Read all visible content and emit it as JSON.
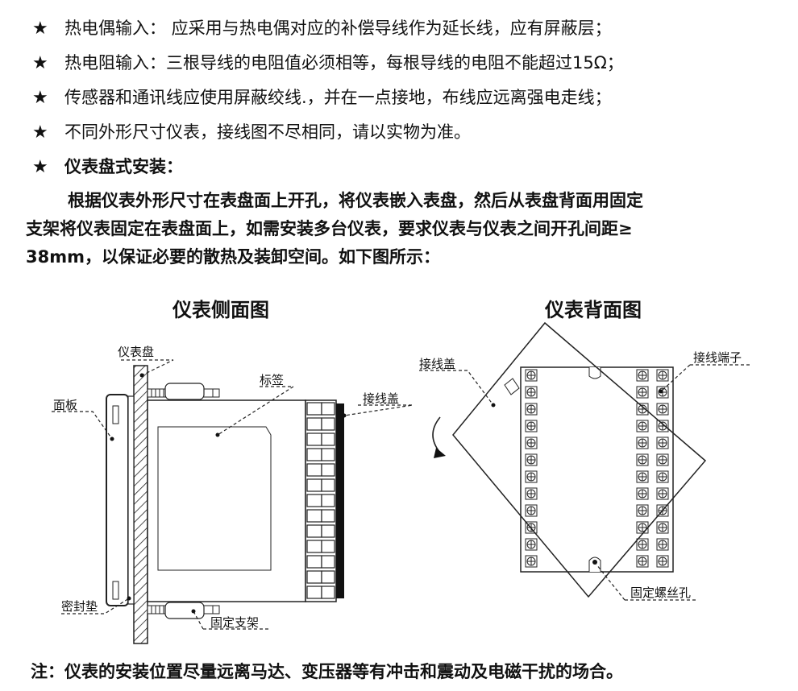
{
  "bullets": [
    {
      "star": "★",
      "text": "热电偶输入： 应采用与热电偶对应的补偿导线作为延长线，应有屏蔽层；"
    },
    {
      "star": "★",
      "text": "热电阻输入：三根导线的电阻值必须相等，每根导线的电阻不能超过15Ω；"
    },
    {
      "star": "★",
      "text": "传感器和通讯线应使用屏蔽绞线.，并在一点接地，布线应远离强电走线；"
    },
    {
      "star": "★",
      "text": "不同外形尺寸仪表，接线图不尽相同，请以实物为准。"
    },
    {
      "star": "★",
      "text": "仪表盘式安装："
    }
  ],
  "paragraph": {
    "line1": "根据仪表外形尺寸在表盘面上开孔，将仪表嵌入表盘，然后从表盘背面用固定",
    "line2": "支架将仪表固定在表盘面上，如需安装多台仪表，要求仪表与仪表之间开孔间距≥",
    "line3": "38mm，以保证必要的散热及装卸空间。如下图所示："
  },
  "side_view": {
    "title": "仪表侧面图",
    "labels": {
      "panel": "仪表盘",
      "front": "面板",
      "tag": "标签",
      "cover": "接线盖",
      "gasket": "密封垫",
      "bracket": "固定支架"
    }
  },
  "back_view": {
    "title": "仪表背面图",
    "labels": {
      "cover": "接线盖",
      "terminal": "接线端子",
      "screw_hole": "固定螺丝孔"
    }
  },
  "note": "注：仪表的安装位置尽量远离马达、变压器等有冲击和震动及电磁干扰的场合。"
}
